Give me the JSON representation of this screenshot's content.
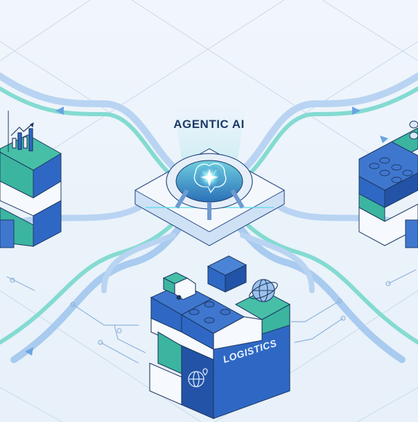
{
  "title": "AGENTIC AI",
  "hub": {
    "icon": "brain-icon",
    "label": "AGENTIC AI"
  },
  "modules": [
    {
      "id": "analytics",
      "position": "left",
      "icon": "bar-chart-icon"
    },
    {
      "id": "blocks",
      "position": "right",
      "icon": "stacked-blocks-icon"
    },
    {
      "id": "logistics",
      "position": "bottom",
      "label": "LOGISTICS",
      "icons": [
        "truck-icon",
        "shipping-container-icon",
        "globe-route-icon",
        "globe-location-icon"
      ]
    }
  ],
  "colors": {
    "background": "#eef4fb",
    "grid_line": "#c9d9ea",
    "block_blue": "#2f68c4",
    "block_blue_dark": "#2353a6",
    "block_teal": "#3bb5a0",
    "block_white": "#f6f9fd",
    "outline": "#1d3a66",
    "flow_blue": "#9cc2ec",
    "flow_teal": "#7fd8d0",
    "title_text": "#1d3a66"
  }
}
